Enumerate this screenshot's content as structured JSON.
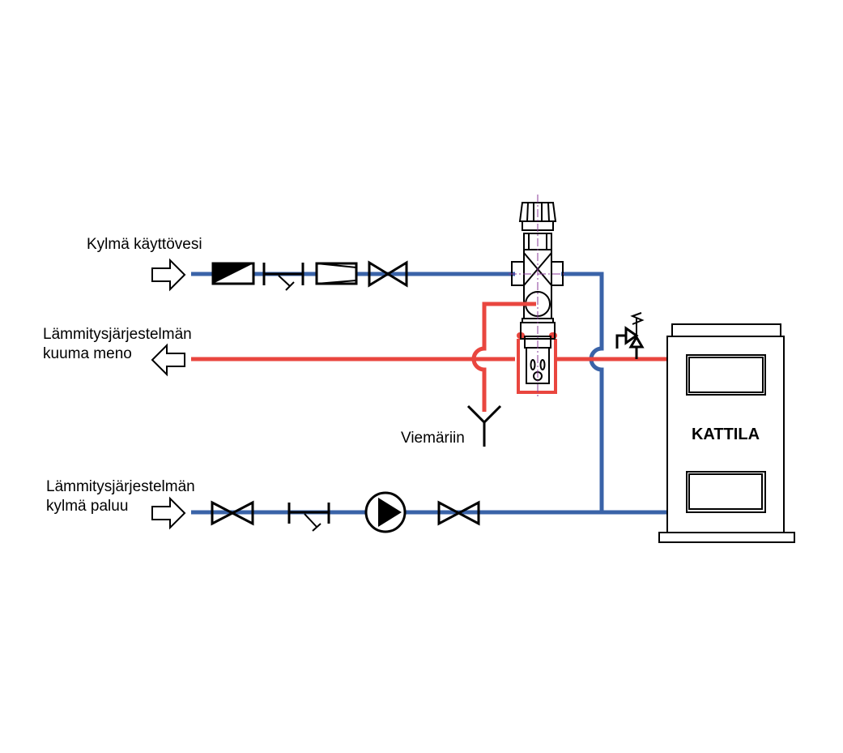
{
  "diagram": {
    "labels": {
      "cold_water_in": "Kylmä käyttövesi",
      "hot_supply_line1": "Lämmitysjärjestelmän",
      "hot_supply_line2": "kuuma meno",
      "drain": "Viemäriin",
      "cold_return_line1": "Lämmitysjärjestelmän",
      "cold_return_line2": "kylmä paluu",
      "boiler": "KATTILA"
    },
    "colors": {
      "cold_pipe": "#3a63a8",
      "hot_pipe": "#e9463f",
      "symbol": "#000000"
    },
    "components": {
      "cold_water_line": [
        "flow-arrow-in",
        "check-valve",
        "strainer",
        "pressure-reducer",
        "shutoff-valve"
      ],
      "return_line": [
        "flow-arrow-in",
        "shutoff-valve",
        "strainer",
        "circulation-pump",
        "shutoff-valve"
      ],
      "supply_line": [
        "flow-arrow-out",
        "thermal-discharge-valve",
        "safety-valve"
      ],
      "boiler": "boiler-unit"
    }
  }
}
